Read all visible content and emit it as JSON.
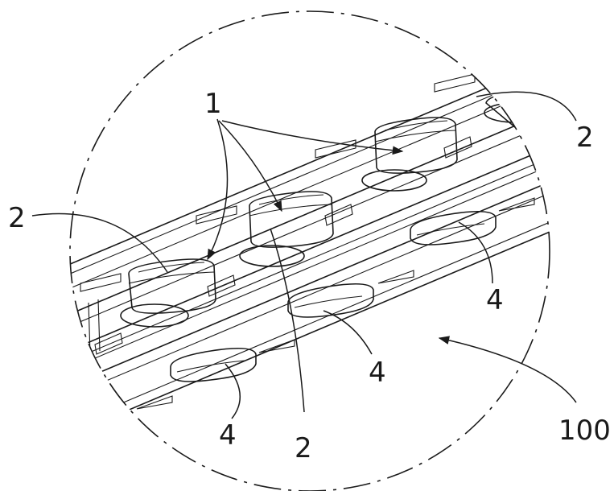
{
  "figure": {
    "labels": {
      "component_1": "1",
      "component_2_right": "2",
      "component_2_left": "2",
      "component_2_bottom": "2",
      "component_4_right": "4",
      "component_4_middle": "4",
      "component_4_left": "4",
      "assembly_100": "100"
    }
  }
}
